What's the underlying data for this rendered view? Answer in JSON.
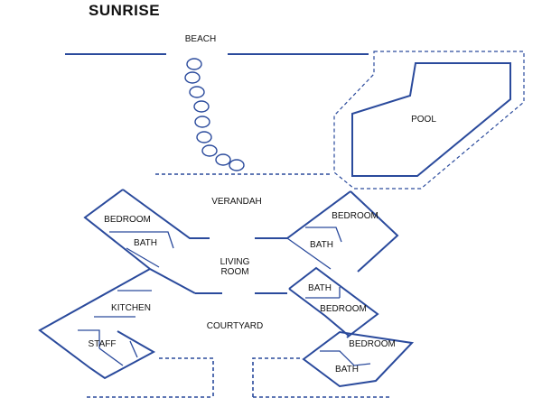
{
  "title": "SUNRISE",
  "colors": {
    "line": "#2a4a9c",
    "text": "#111111",
    "background": "#ffffff"
  },
  "labels": {
    "beach": "BEACH",
    "pool": "POOL",
    "verandah": "VERANDAH",
    "bedroom_nw": "BEDROOM",
    "bath_nw": "BATH",
    "bedroom_ne": "BEDROOM",
    "bath_ne": "BATH",
    "living_line1": "LIVING",
    "living_line2": "ROOM",
    "kitchen": "KITCHEN",
    "staff": "STAFF",
    "courtyard": "COURTYARD",
    "bath_e": "BATH",
    "bedroom_e": "BEDROOM",
    "bedroom_se": "BEDROOM",
    "bath_se": "BATH"
  }
}
